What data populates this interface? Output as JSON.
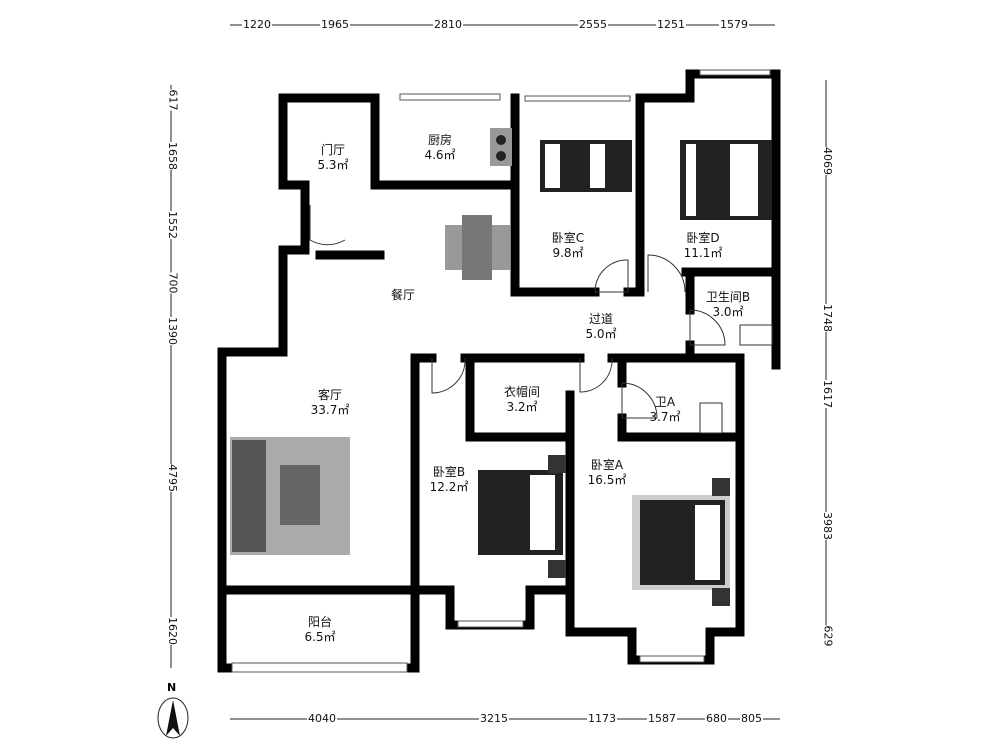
{
  "rooms": [
    {
      "name": "门厅",
      "area": "5.3㎡"
    },
    {
      "name": "厨房",
      "area": "4.6㎡"
    },
    {
      "name": "卧室C",
      "area": "9.8㎡"
    },
    {
      "name": "卧室D",
      "area": "11.1㎡"
    },
    {
      "name": "餐厅",
      "area": ""
    },
    {
      "name": "过道",
      "area": "5.0㎡"
    },
    {
      "name": "卫生间B",
      "area": "3.0㎡"
    },
    {
      "name": "客厅",
      "area": "33.7㎡"
    },
    {
      "name": "衣帽间",
      "area": "3.2㎡"
    },
    {
      "name": "卫A",
      "area": "3.7㎡"
    },
    {
      "name": "卧室B",
      "area": "12.2㎡"
    },
    {
      "name": "卧室A",
      "area": "16.5㎡"
    },
    {
      "name": "阳台",
      "area": "6.5㎡"
    }
  ],
  "dimensions": {
    "top": [
      "1220",
      "1965",
      "2810",
      "2555",
      "1251",
      "1579"
    ],
    "bottom": [
      "4040",
      "3215",
      "1173",
      "1587",
      "680",
      "805"
    ],
    "left": [
      "617",
      "1658",
      "1552",
      "700",
      "1390",
      "4795",
      "1620"
    ],
    "right": [
      "4069",
      "1748",
      "1617",
      "3983",
      "629"
    ]
  },
  "compass": {
    "label": "N"
  }
}
